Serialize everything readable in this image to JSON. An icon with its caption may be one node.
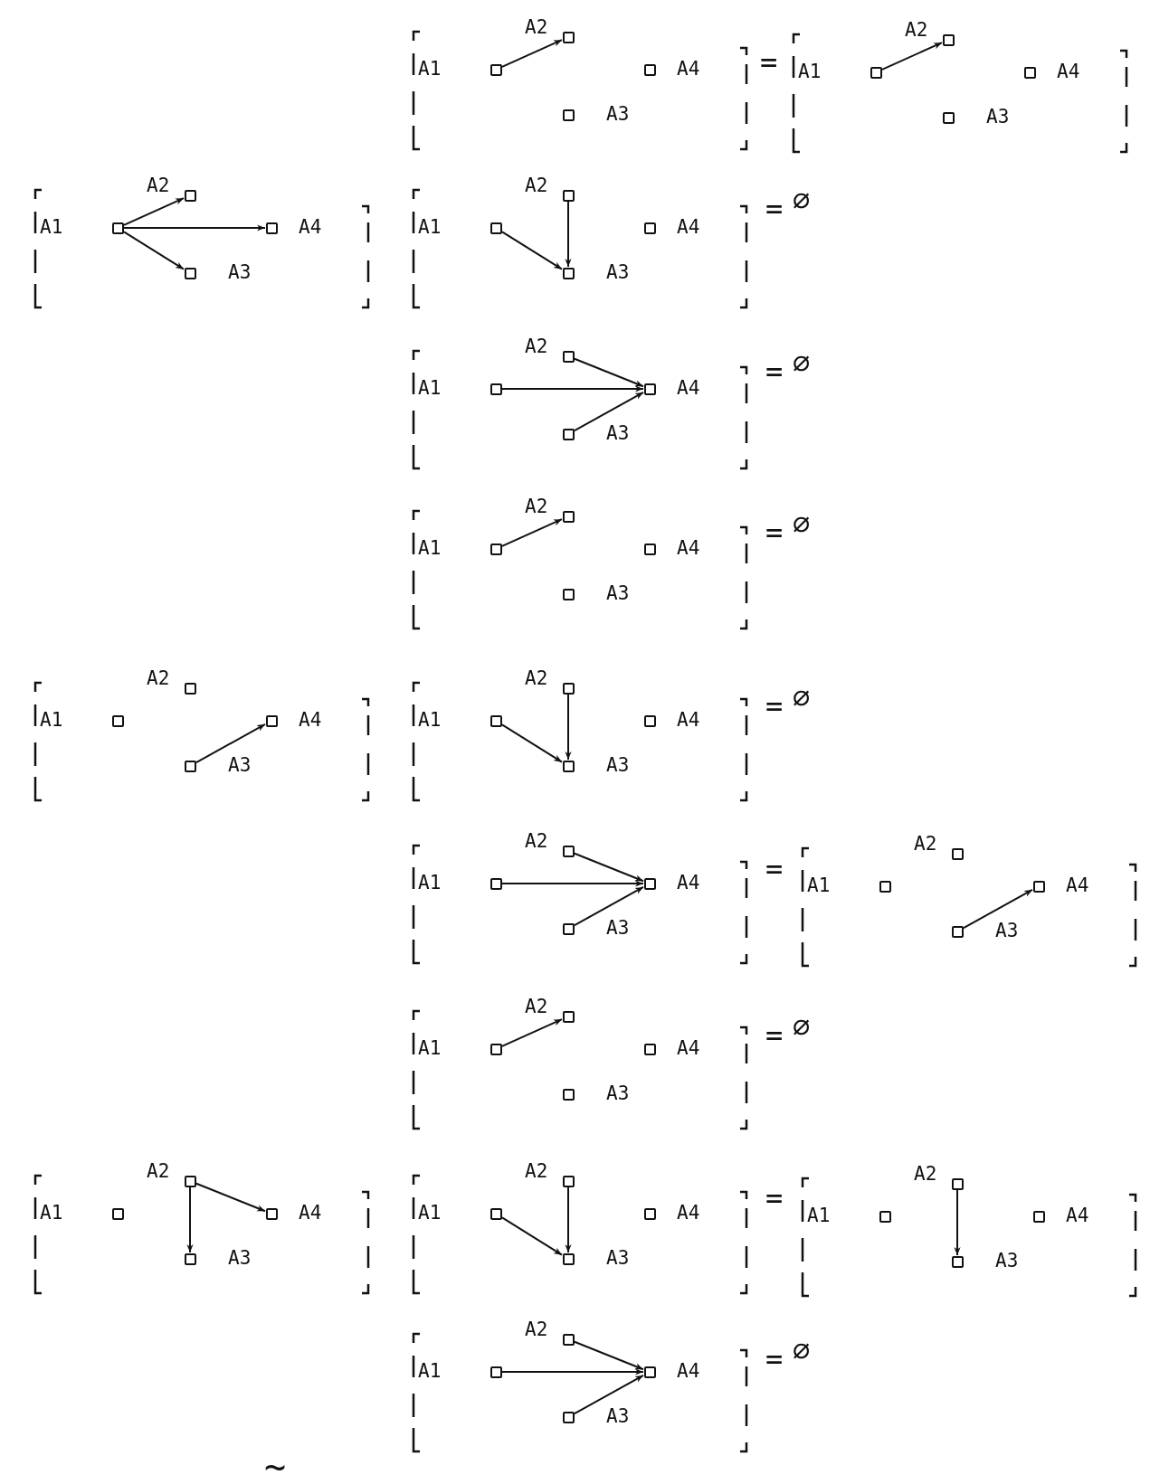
{
  "diagram": {
    "nodes": [
      {
        "text": [],
        "shape": "bracket"
      },
      {
        "text": [],
        "shape": "box",
        "in": 0,
        "beside": [
          "A1"
        ]
      },
      {
        "text": [],
        "shape": "box",
        "in": 0,
        "beside": [
          "A2"
        ]
      },
      {
        "text": [],
        "shape": "box",
        "in": 0,
        "beside": [
          "A3"
        ]
      },
      {
        "text": [],
        "shape": "box",
        "in": 0,
        "beside": [
          "A4"
        ]
      },
      {
        "text": [],
        "shape": "bracket"
      },
      {
        "text": [],
        "shape": "box",
        "in": 5,
        "beside": [
          "A1"
        ]
      },
      {
        "text": [],
        "shape": "box",
        "in": 5,
        "beside": [
          "A2"
        ]
      },
      {
        "text": [],
        "shape": "box",
        "in": 5,
        "beside": [
          "A3"
        ]
      },
      {
        "text": [],
        "shape": "box",
        "in": 5,
        "beside": [
          "A4"
        ]
      },
      {
        "text": [],
        "shape": "bracket"
      },
      {
        "text": [],
        "shape": "box",
        "in": 10,
        "beside": [
          "A1"
        ]
      },
      {
        "text": [],
        "shape": "box",
        "in": 10,
        "beside": [
          "A2"
        ]
      },
      {
        "text": [],
        "shape": "box",
        "in": 10,
        "beside": [
          "A3"
        ]
      },
      {
        "text": [],
        "shape": "box",
        "in": 10,
        "beside": [
          "A4"
        ]
      },
      {
        "text": [],
        "shape": "bracket"
      },
      {
        "text": [],
        "shape": "box",
        "in": 15,
        "beside": [
          "A1"
        ]
      },
      {
        "text": [],
        "shape": "box",
        "in": 15,
        "beside": [
          "A2"
        ]
      },
      {
        "text": [],
        "shape": "box",
        "in": 15,
        "beside": [
          "A3"
        ]
      },
      {
        "text": [],
        "shape": "box",
        "in": 15,
        "beside": [
          "A4"
        ]
      },
      {
        "text": [],
        "shape": "bracket"
      },
      {
        "text": [],
        "shape": "box",
        "in": 20,
        "beside": [
          "A1"
        ]
      },
      {
        "text": [],
        "shape": "box",
        "in": 20,
        "beside": [
          "A2"
        ]
      },
      {
        "text": [],
        "shape": "box",
        "in": 20,
        "beside": [
          "A3"
        ]
      },
      {
        "text": [],
        "shape": "box",
        "in": 20,
        "beside": [
          "A4"
        ]
      },
      {
        "text": [],
        "shape": "bracket"
      },
      {
        "text": [],
        "shape": "box",
        "in": 25,
        "beside": [
          "A1"
        ]
      },
      {
        "text": [],
        "shape": "box",
        "in": 25,
        "beside": [
          "A2"
        ]
      },
      {
        "text": [],
        "shape": "box",
        "in": 25,
        "beside": [
          "A3"
        ]
      },
      {
        "text": [],
        "shape": "box",
        "in": 25,
        "beside": [
          "A4"
        ]
      },
      {
        "text": [],
        "shape": "bracket"
      },
      {
        "text": [],
        "shape": "box",
        "in": 30,
        "beside": [
          "A1"
        ]
      },
      {
        "text": [],
        "shape": "box",
        "in": 30,
        "beside": [
          "A2"
        ]
      },
      {
        "text": [],
        "shape": "box",
        "in": 30,
        "beside": [
          "A3"
        ]
      },
      {
        "text": [],
        "shape": "box",
        "in": 30,
        "beside": [
          "A4"
        ]
      },
      {
        "text": [],
        "shape": "bracket"
      },
      {
        "text": [],
        "shape": "box",
        "in": 35,
        "beside": [
          "A1"
        ]
      },
      {
        "text": [],
        "shape": "box",
        "in": 35,
        "beside": [
          "A2"
        ]
      },
      {
        "text": [],
        "shape": "box",
        "in": 35,
        "beside": [
          "A3"
        ]
      },
      {
        "text": [],
        "shape": "box",
        "in": 35,
        "beside": [
          "A4"
        ]
      },
      {
        "text": [],
        "shape": "bracket"
      },
      {
        "text": [],
        "shape": "box",
        "in": 40,
        "beside": [
          "A1"
        ]
      },
      {
        "text": [],
        "shape": "box",
        "in": 40,
        "beside": [
          "A2"
        ]
      },
      {
        "text": [],
        "shape": "box",
        "in": 40,
        "beside": [
          "A3"
        ]
      },
      {
        "text": [],
        "shape": "box",
        "in": 40,
        "beside": [
          "A4"
        ]
      },
      {
        "text": [],
        "shape": "bracket"
      },
      {
        "text": [],
        "shape": "box",
        "in": 45,
        "beside": [
          "A1"
        ]
      },
      {
        "text": [],
        "shape": "box",
        "in": 45,
        "beside": [
          "A2"
        ]
      },
      {
        "text": [],
        "shape": "box",
        "in": 45,
        "beside": [
          "A3"
        ]
      },
      {
        "text": [],
        "shape": "box",
        "in": 45,
        "beside": [
          "A4"
        ]
      },
      {
        "text": [],
        "shape": "bracket"
      },
      {
        "text": [],
        "shape": "box",
        "in": 50,
        "beside": [
          "A1"
        ]
      },
      {
        "text": [],
        "shape": "box",
        "in": 50,
        "beside": [
          "A2"
        ]
      },
      {
        "text": [],
        "shape": "box",
        "in": 50,
        "beside": [
          "A3"
        ]
      },
      {
        "text": [],
        "shape": "box",
        "in": 50,
        "beside": [
          "A4"
        ]
      },
      {
        "text": [],
        "shape": "bracket"
      },
      {
        "text": [],
        "shape": "box",
        "in": 55,
        "beside": [
          "A1"
        ]
      },
      {
        "text": [],
        "shape": "box",
        "in": 55,
        "beside": [
          "A2"
        ]
      },
      {
        "text": [],
        "shape": "box",
        "in": 55,
        "beside": [
          "A3"
        ]
      },
      {
        "text": [],
        "shape": "box",
        "in": 55,
        "beside": [
          "A4"
        ]
      },
      {
        "text": [],
        "shape": "bracket"
      },
      {
        "text": [],
        "shape": "box",
        "in": 60,
        "beside": [
          "A1"
        ]
      },
      {
        "text": [],
        "shape": "box",
        "in": 60,
        "beside": [
          "A2"
        ]
      },
      {
        "text": [],
        "shape": "box",
        "in": 60,
        "beside": [
          "A3"
        ]
      },
      {
        "text": [],
        "shape": "box",
        "in": 60,
        "beside": [
          "A4"
        ]
      },
      {
        "text": [],
        "shape": "bracket"
      },
      {
        "text": [],
        "shape": "box",
        "in": 65,
        "beside": [
          "A1"
        ]
      },
      {
        "text": [],
        "shape": "box",
        "in": 65,
        "beside": [
          "A2"
        ]
      },
      {
        "text": [],
        "shape": "box",
        "in": 65,
        "beside": [
          "A3"
        ]
      },
      {
        "text": [],
        "shape": "box",
        "in": 65,
        "beside": [
          "A4"
        ]
      },
      {
        "text": [],
        "shape": "bracket"
      },
      {
        "text": [],
        "shape": "box",
        "in": 70,
        "beside": [
          "A1"
        ]
      },
      {
        "text": [],
        "shape": "box",
        "in": 70,
        "beside": [
          "A2"
        ]
      },
      {
        "text": [],
        "shape": "box",
        "in": 70,
        "beside": [
          "A3"
        ]
      },
      {
        "text": [],
        "shape": "box",
        "in": 70,
        "beside": [
          "A4"
        ]
      }
    ],
    "edges": [
      {
        "from": 1,
        "to": 2,
        "arrow": "to"
      },
      {
        "from": 6,
        "to": 7,
        "arrow": "to"
      },
      {
        "from": 11,
        "to": 12,
        "arrow": "to"
      },
      {
        "from": 11,
        "to": 14,
        "arrow": "to"
      },
      {
        "from": 11,
        "to": 13,
        "arrow": "to"
      },
      {
        "from": 16,
        "to": 18,
        "arrow": "to"
      },
      {
        "from": 17,
        "to": 18,
        "arrow": "to"
      },
      {
        "from": 22,
        "to": 24,
        "arrow": "to"
      },
      {
        "from": 21,
        "to": 24,
        "arrow": "to"
      },
      {
        "from": 23,
        "to": 24,
        "arrow": "to"
      },
      {
        "from": 26,
        "to": 27,
        "arrow": "to"
      },
      {
        "from": 33,
        "to": 34,
        "arrow": "to"
      },
      {
        "from": 37,
        "to": 38,
        "arrow": "to"
      },
      {
        "from": 36,
        "to": 38,
        "arrow": "to"
      },
      {
        "from": 42,
        "to": 44,
        "arrow": "to"
      },
      {
        "from": 41,
        "to": 44,
        "arrow": "to"
      },
      {
        "from": 43,
        "to": 44,
        "arrow": "to"
      },
      {
        "from": 48,
        "to": 49,
        "arrow": "to"
      },
      {
        "from": 51,
        "to": 52,
        "arrow": "to"
      },
      {
        "from": 57,
        "to": 59,
        "arrow": "to"
      },
      {
        "from": 57,
        "to": 58,
        "arrow": "to"
      },
      {
        "from": 62,
        "to": 63,
        "arrow": "to"
      },
      {
        "from": 61,
        "to": 63,
        "arrow": "to"
      },
      {
        "from": 67,
        "to": 68,
        "arrow": "to"
      },
      {
        "from": 72,
        "to": 74,
        "arrow": "to"
      },
      {
        "from": 71,
        "to": 74,
        "arrow": "to"
      },
      {
        "from": 73,
        "to": 74,
        "arrow": "to"
      }
    ],
    "labels": [
      "=",
      "=",
      "∅",
      "=",
      "∅",
      "=",
      "∅",
      "=",
      "∅",
      "=",
      "=",
      "∅",
      "=",
      "=",
      "∅",
      "~"
    ]
  }
}
